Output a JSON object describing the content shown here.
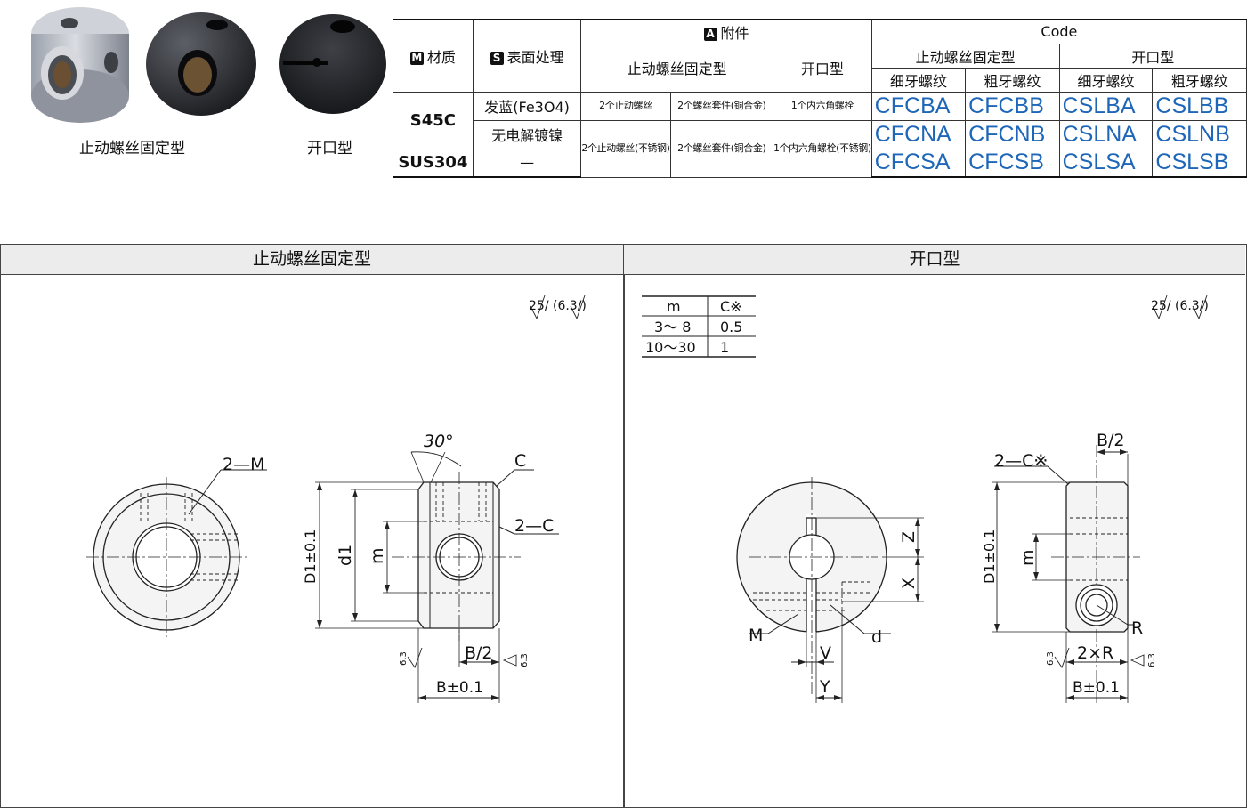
{
  "photos": {
    "label_setscrew": "止动螺丝固定型",
    "label_slit": "开口型"
  },
  "table": {
    "header": {
      "material": "材质",
      "material_badge": "M",
      "surface": "表面处理",
      "surface_badge": "S",
      "accessory": "附件",
      "accessory_badge": "A",
      "code": "Code",
      "acc_setscrew_type": "止动螺丝固定型",
      "acc_slit_type": "开口型",
      "code_setscrew_type": "止动螺丝固定型",
      "code_slit_type": "开口型",
      "fine_thread_1": "细牙螺纹",
      "coarse_thread_1": "粗牙螺纹",
      "fine_thread_2": "细牙螺纹",
      "coarse_thread_2": "粗牙螺纹"
    },
    "rows": [
      {
        "material": "S45C",
        "surface": "发蓝(Fe3O4)",
        "acc_screw": "2个止动螺丝",
        "acc_insert": "2个螺丝套件(铜合金)",
        "acc_slit": "1个内六角螺栓",
        "codes": [
          "CFCBA",
          "CFCBB",
          "CSLBA",
          "CSLBB"
        ]
      },
      {
        "material": "",
        "surface": "无电解镀镍",
        "acc_screw": "2个止动螺丝(不锈钢)",
        "acc_insert": "2个螺丝套件(铜合金)",
        "acc_slit": "1个内六角螺栓(不锈钢)",
        "codes": [
          "CFCNA",
          "CFCNB",
          "CSLNA",
          "CSLNB"
        ]
      },
      {
        "material": "SUS304",
        "surface": "—",
        "codes": [
          "CFCSA",
          "CFCSB",
          "CSLSA",
          "CSLSB"
        ]
      }
    ]
  },
  "panel_left": {
    "title": "止动螺丝固定型",
    "roughness": "25/ (6.3/)",
    "labels": {
      "two_m": "2—M",
      "angle": "30°",
      "c": "C",
      "two_c": "2—C",
      "d1_tol": "D1±0.1",
      "d1": "d1",
      "m": "m",
      "b_half": "B/2",
      "b_tol": "B±0.1",
      "finish_a": "6.3",
      "finish_b": "6.3"
    }
  },
  "panel_right": {
    "title": "开口型",
    "roughness": "25/ (6.3/)",
    "ctable": {
      "col_m": "m",
      "col_c": "C※",
      "rows": [
        {
          "m": "3～ 8",
          "c": "0.5"
        },
        {
          "m": "10～30",
          "c": "1"
        }
      ]
    },
    "labels": {
      "z": "Z",
      "x": "X",
      "m_thread": "M",
      "d": "d",
      "v": "V",
      "y": "Y",
      "b_half": "B/2",
      "two_c": "2—C※",
      "d1_tol": "D1±0.1",
      "m": "m",
      "r": "R",
      "two_r": "2×R",
      "b_tol": "B±0.1",
      "finish_a": "6.3",
      "finish_b": "6.3"
    }
  },
  "colors": {
    "code_blue": "#1e66b8",
    "panel_head_bg": "#ececec",
    "metal_light": "#b9bcc4",
    "metal_dark": "#2c2d31"
  }
}
